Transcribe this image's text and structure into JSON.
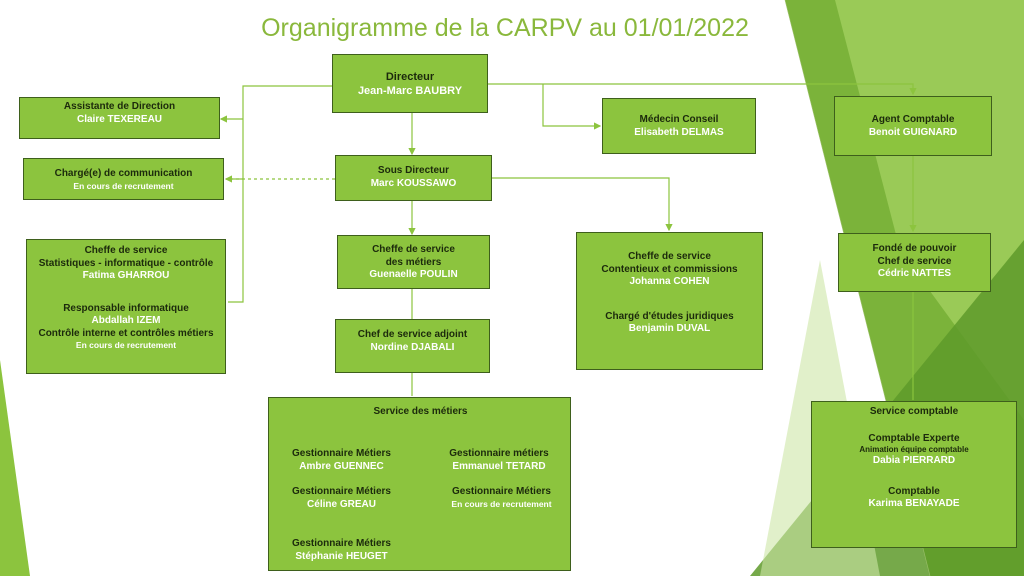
{
  "title": "Organigramme de la CARPV au 01/01/2022",
  "colors": {
    "box_fill": "#8cc43e",
    "box_border": "#3e5f1c",
    "title": "#8ab83c",
    "line": "#8cc43e"
  },
  "directeur": {
    "role": "Directeur",
    "name": "Jean-Marc BAUBRY"
  },
  "assistante": {
    "role": "Assistante de Direction",
    "name": "Claire TEXEREAU"
  },
  "communication": {
    "role": "Chargé(e) de communication",
    "name": "En cours de recrutement"
  },
  "stats": {
    "role1": "Cheffe de service",
    "role2": "Statistiques - informatique - contrôle",
    "name1": "Fatima GHARROU",
    "role3": "Responsable informatique",
    "name2": "Abdallah IZEM",
    "role4": "Contrôle interne et contrôles métiers",
    "name3": "En cours de recrutement"
  },
  "sous_directeur": {
    "role": "Sous Directeur",
    "name": "Marc KOUSSAWO"
  },
  "metiers_chef": {
    "role1": "Cheffe de service",
    "role2": "des métiers",
    "name": "Guenaelle POULIN"
  },
  "adjoint": {
    "role": "Chef de service adjoint",
    "name": "Nordine DJABALI"
  },
  "service_metiers": {
    "title": "Service des métiers",
    "g1": {
      "role": "Gestionnaire Métiers",
      "name": "Ambre GUENNEC"
    },
    "g2": {
      "role": "Gestionnaire métiers",
      "name": "Emmanuel TETARD"
    },
    "g3": {
      "role": "Gestionnaire Métiers",
      "name": "Céline GREAU"
    },
    "g4": {
      "role": "Gestionnaire Métiers",
      "name": "En cours de recrutement"
    },
    "g5": {
      "role": "Gestionnaire Métiers",
      "name": "Stéphanie HEUGET"
    }
  },
  "medecin": {
    "role": "Médecin Conseil",
    "name": "Elisabeth DELMAS"
  },
  "contentieux": {
    "role1": "Cheffe de service",
    "role2": "Contentieux et commissions",
    "name1": "Johanna COHEN",
    "role3": "Chargé d'études juridiques",
    "name2": "Benjamin DUVAL"
  },
  "agent_comptable": {
    "role": "Agent Comptable",
    "name": "Benoit GUIGNARD"
  },
  "fonde": {
    "role1": "Fondé de pouvoir",
    "role2": "Chef de service",
    "name": "Cédric NATTES"
  },
  "service_comptable": {
    "title": "Service comptable",
    "role1": "Comptable Experte",
    "note": "Animation équipe comptable",
    "name1": "Dabia PIERRARD",
    "role2": "Comptable",
    "name2": "Karima BENAYADE"
  }
}
